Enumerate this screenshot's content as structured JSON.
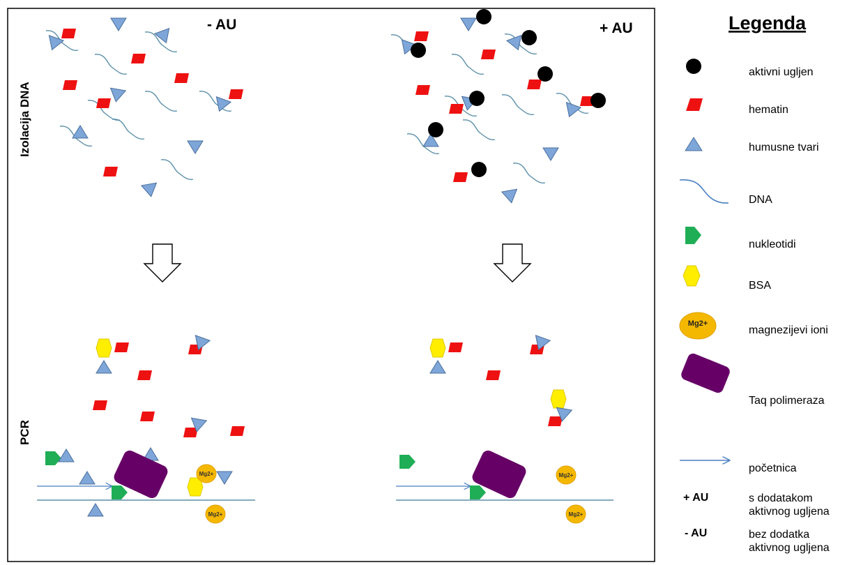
{
  "panels": {
    "left_header": "- AU",
    "right_header": "+ AU",
    "row1_label": "Izolacija DNA",
    "row2_label": "PCR",
    "mg_label": "Mg2+"
  },
  "legend": {
    "title": "Legenda",
    "items": {
      "charcoal": "aktivni ugljen",
      "hematin": "hematin",
      "humic": "humusne tvari",
      "dna": "DNA",
      "nucleotides": "nukleotidi",
      "bsa": "BSA",
      "magnesium": "magnezijevi ioni",
      "mg_symbol": "Mg2+",
      "taq": "Taq polimeraza",
      "primer": "početnica"
    },
    "plus_au": {
      "abbr": "+ AU",
      "line1": "s dodatakom",
      "line2": "aktivnog ugljena"
    },
    "minus_au": {
      "abbr": "- AU",
      "line1": "bez dodatka",
      "line2": "aktivnog ugljena"
    }
  },
  "colors": {
    "hematin": "#ee1111",
    "humic": "#7ea6d8",
    "humic_stroke": "#4a6f9e",
    "dna": "#5b8fa8",
    "charcoal": "#000000",
    "nucleotide": "#1fae55",
    "bsa": "#ffee00",
    "magnesium": "#f5b800",
    "taq": "#660066",
    "primer": "#4a7fc0"
  }
}
